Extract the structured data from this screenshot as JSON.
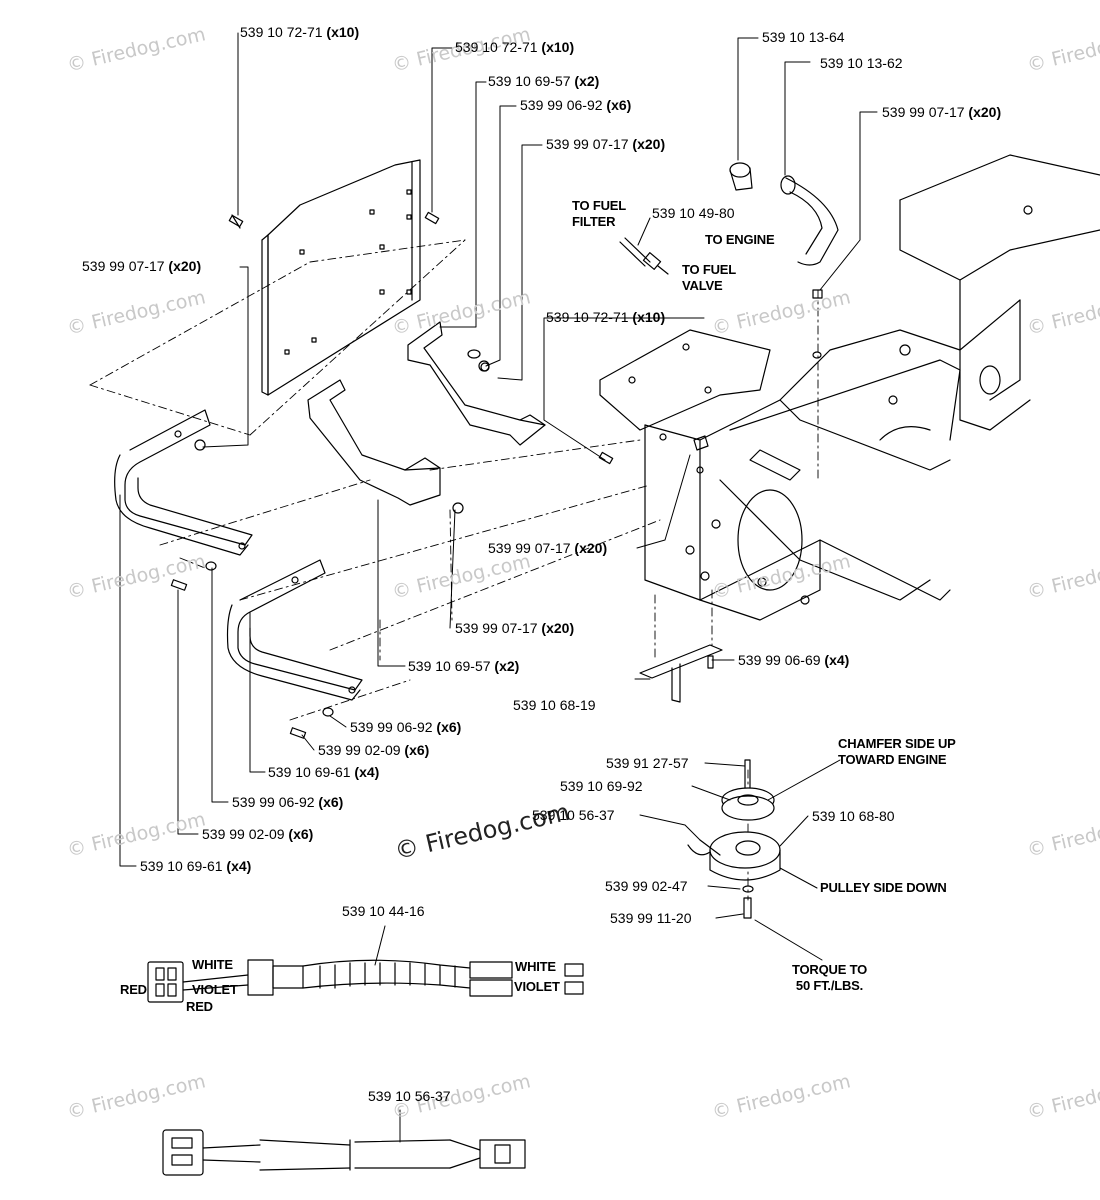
{
  "watermark": {
    "text": "© Firedog.com"
  },
  "parts": [
    {
      "id": "p1",
      "num": "539 10 72-71",
      "qty": "(x10)"
    },
    {
      "id": "p2",
      "num": "539 10 72-71",
      "qty": "(x10)"
    },
    {
      "id": "p3",
      "num": "539 10 69-57",
      "qty": "(x2)"
    },
    {
      "id": "p4",
      "num": "539 99 06-92",
      "qty": "(x6)"
    },
    {
      "id": "p5",
      "num": "539 99 07-17",
      "qty": "(x20)"
    },
    {
      "id": "p6",
      "num": "539 10 13-64",
      "qty": ""
    },
    {
      "id": "p7",
      "num": "539 10 13-62",
      "qty": ""
    },
    {
      "id": "p8",
      "num": "539 99 07-17",
      "qty": "(x20)"
    },
    {
      "id": "p9",
      "num": "539 10 49-80",
      "qty": ""
    },
    {
      "id": "p10",
      "num": "539 99 07-17",
      "qty": "(x20)"
    },
    {
      "id": "p11",
      "num": "539 10 72-71",
      "qty": "(x10)"
    },
    {
      "id": "p12",
      "num": "539 99 07-17",
      "qty": "(x20)"
    },
    {
      "id": "p13",
      "num": "539 99 07-17",
      "qty": "(x20)"
    },
    {
      "id": "p14",
      "num": "539 10 69-57",
      "qty": "(x2)"
    },
    {
      "id": "p15",
      "num": "539 99 06-69",
      "qty": "(x4)"
    },
    {
      "id": "p16",
      "num": "539 10 68-19",
      "qty": ""
    },
    {
      "id": "p17",
      "num": "539 99 06-92",
      "qty": "(x6)"
    },
    {
      "id": "p18",
      "num": "539 99 02-09",
      "qty": "(x6)"
    },
    {
      "id": "p19",
      "num": "539 10 69-61",
      "qty": "(x4)"
    },
    {
      "id": "p20",
      "num": "539 99 06-92",
      "qty": "(x6)"
    },
    {
      "id": "p21",
      "num": "539 99 02-09",
      "qty": "(x6)"
    },
    {
      "id": "p22",
      "num": "539 10 69-61",
      "qty": "(x4)"
    },
    {
      "id": "p23",
      "num": "539 91 27-57",
      "qty": ""
    },
    {
      "id": "p24",
      "num": "539 10 69-92",
      "qty": ""
    },
    {
      "id": "p25",
      "num": "539 10 56-37",
      "qty": ""
    },
    {
      "id": "p26",
      "num": "539 10 68-80",
      "qty": ""
    },
    {
      "id": "p27",
      "num": "539 99 02-47",
      "qty": ""
    },
    {
      "id": "p28",
      "num": "539 99 11-20",
      "qty": ""
    },
    {
      "id": "p29",
      "num": "539 10 44-16",
      "qty": ""
    },
    {
      "id": "p30",
      "num": "539 10 56-37",
      "qty": ""
    }
  ],
  "notes": {
    "to_fuel_filter": "TO FUEL FILTER",
    "to_fuel_filter_l1": "TO FUEL",
    "to_fuel_filter_l2": "FILTER",
    "to_engine": "TO ENGINE",
    "to_fuel_valve_l1": "TO FUEL",
    "to_fuel_valve_l2": "VALVE",
    "chamfer_l1": "CHAMFER SIDE UP",
    "chamfer_l2": "TOWARD ENGINE",
    "pulley_side_down": "PULLEY SIDE DOWN",
    "torque_l1": "TORQUE TO",
    "torque_l2": "50 FT./LBS."
  },
  "wires": {
    "left_red": "RED",
    "left_white": "WHITE",
    "left_violet": "VIOLET",
    "left_red2": "RED",
    "right_white": "WHITE",
    "right_violet": "VIOLET"
  }
}
